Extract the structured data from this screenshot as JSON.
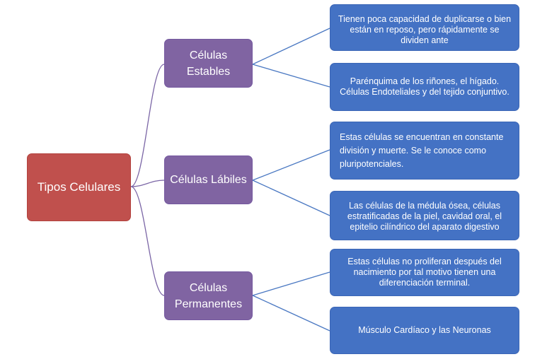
{
  "root": {
    "label": "Tipos Celulares"
  },
  "branches": [
    {
      "label": "Células Estables",
      "leaves": [
        "Tienen poca capacidad de duplicarse o bien están en reposo, pero rápidamente se dividen ante",
        "Parénquima de los riñones, el hígado. Células Endoteliales y del tejido conjuntivo."
      ]
    },
    {
      "label": "Células Lábiles",
      "leaves": [
        "Estas células se encuentran en constante división y muerte. Se le conoce como pluripotenciales.",
        "Las células de la médula ósea, células estratificadas de la piel, cavidad oral, el epitelio cilíndrico del aparato digestivo"
      ]
    },
    {
      "label": "Células Permanentes",
      "leaves": [
        "Estas células no proliferan después del nacimiento por tal motivo tienen una diferenciación terminal.",
        "Músculo Cardíaco y las Neuronas"
      ]
    }
  ],
  "colors": {
    "root": "#c0504d",
    "branch": "#8064a2",
    "leaf": "#4472c4",
    "connector_root": "#7b66a6",
    "connector_branch": "#4a78c2"
  }
}
